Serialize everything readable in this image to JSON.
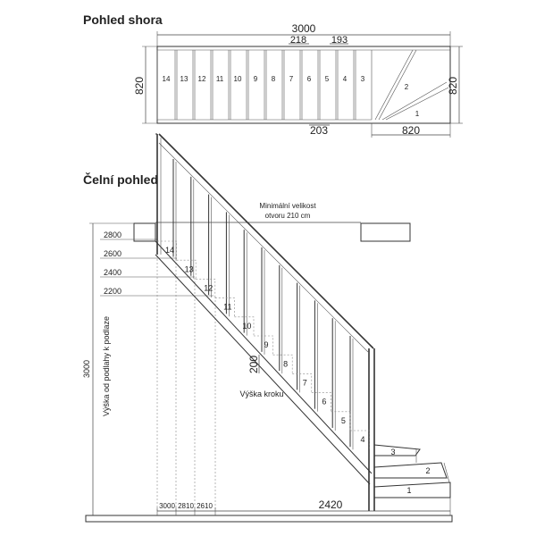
{
  "titles": {
    "top_view": "Pohled shora",
    "front_view": "Čelní pohled"
  },
  "top_view": {
    "width_dim": "3000",
    "depth_dim_left": "820",
    "depth_dim_right": "820",
    "winder_width_dim": "820",
    "going_dim": "218",
    "winder_going_dim": "193",
    "bottom_going_dim": "203",
    "step_numbers": [
      "14",
      "13",
      "12",
      "11",
      "10",
      "9",
      "8",
      "7",
      "6",
      "5",
      "4",
      "3"
    ],
    "winder_numbers": [
      "2",
      "1"
    ]
  },
  "front_view": {
    "opening_label_1": "Minimální velikost",
    "opening_label_2": "otvoru 210 cm",
    "height_levels": [
      "2800",
      "2600",
      "2400",
      "2200"
    ],
    "total_height": "3000",
    "height_axis_label": "Výška od podlahy k podlaze",
    "step_height_dim": "200",
    "step_height_label": "Výška kroku",
    "step_numbers": [
      "14",
      "13",
      "12",
      "11",
      "10",
      "9",
      "8",
      "7",
      "6",
      "5",
      "4",
      "3",
      "2",
      "1"
    ],
    "bottom_dims": [
      "3000",
      "2810",
      "2610"
    ],
    "bottom_length": "2420"
  }
}
